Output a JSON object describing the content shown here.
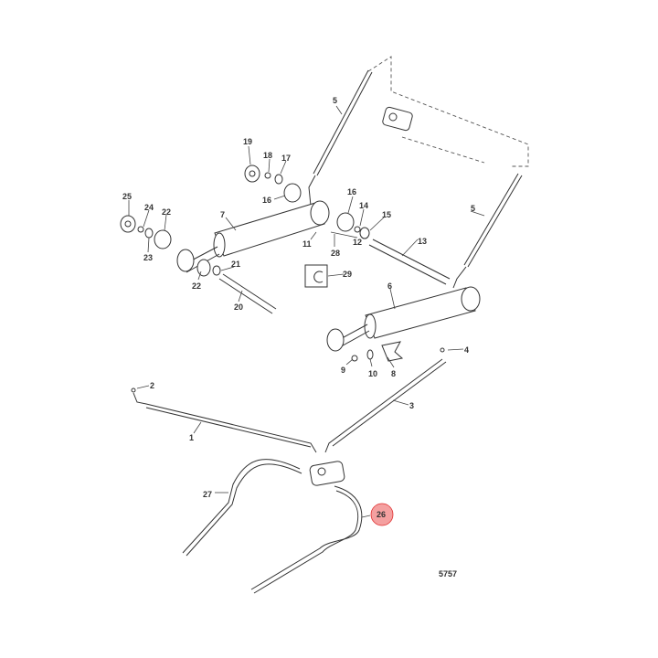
{
  "diagram": {
    "figure_number": "5757",
    "highlight_color": "#f4a0a0",
    "highlight_stroke": "#e03030",
    "highlighted_callout": "26",
    "callouts": {
      "c1": "1",
      "c2": "2",
      "c3": "3",
      "c4": "4",
      "c5a": "5",
      "c5b": "5",
      "c6": "6",
      "c7": "7",
      "c8": "8",
      "c9": "9",
      "c10": "10",
      "c11": "11",
      "c12": "12",
      "c13": "13",
      "c14": "14",
      "c15": "15",
      "c16a": "16",
      "c16b": "16",
      "c17": "17",
      "c18": "18",
      "c19": "19",
      "c20": "20",
      "c21": "21",
      "c22a": "22",
      "c22b": "22",
      "c23": "23",
      "c24": "24",
      "c25": "25",
      "c26": "26",
      "c27": "27",
      "c28": "28",
      "c29": "29"
    }
  }
}
